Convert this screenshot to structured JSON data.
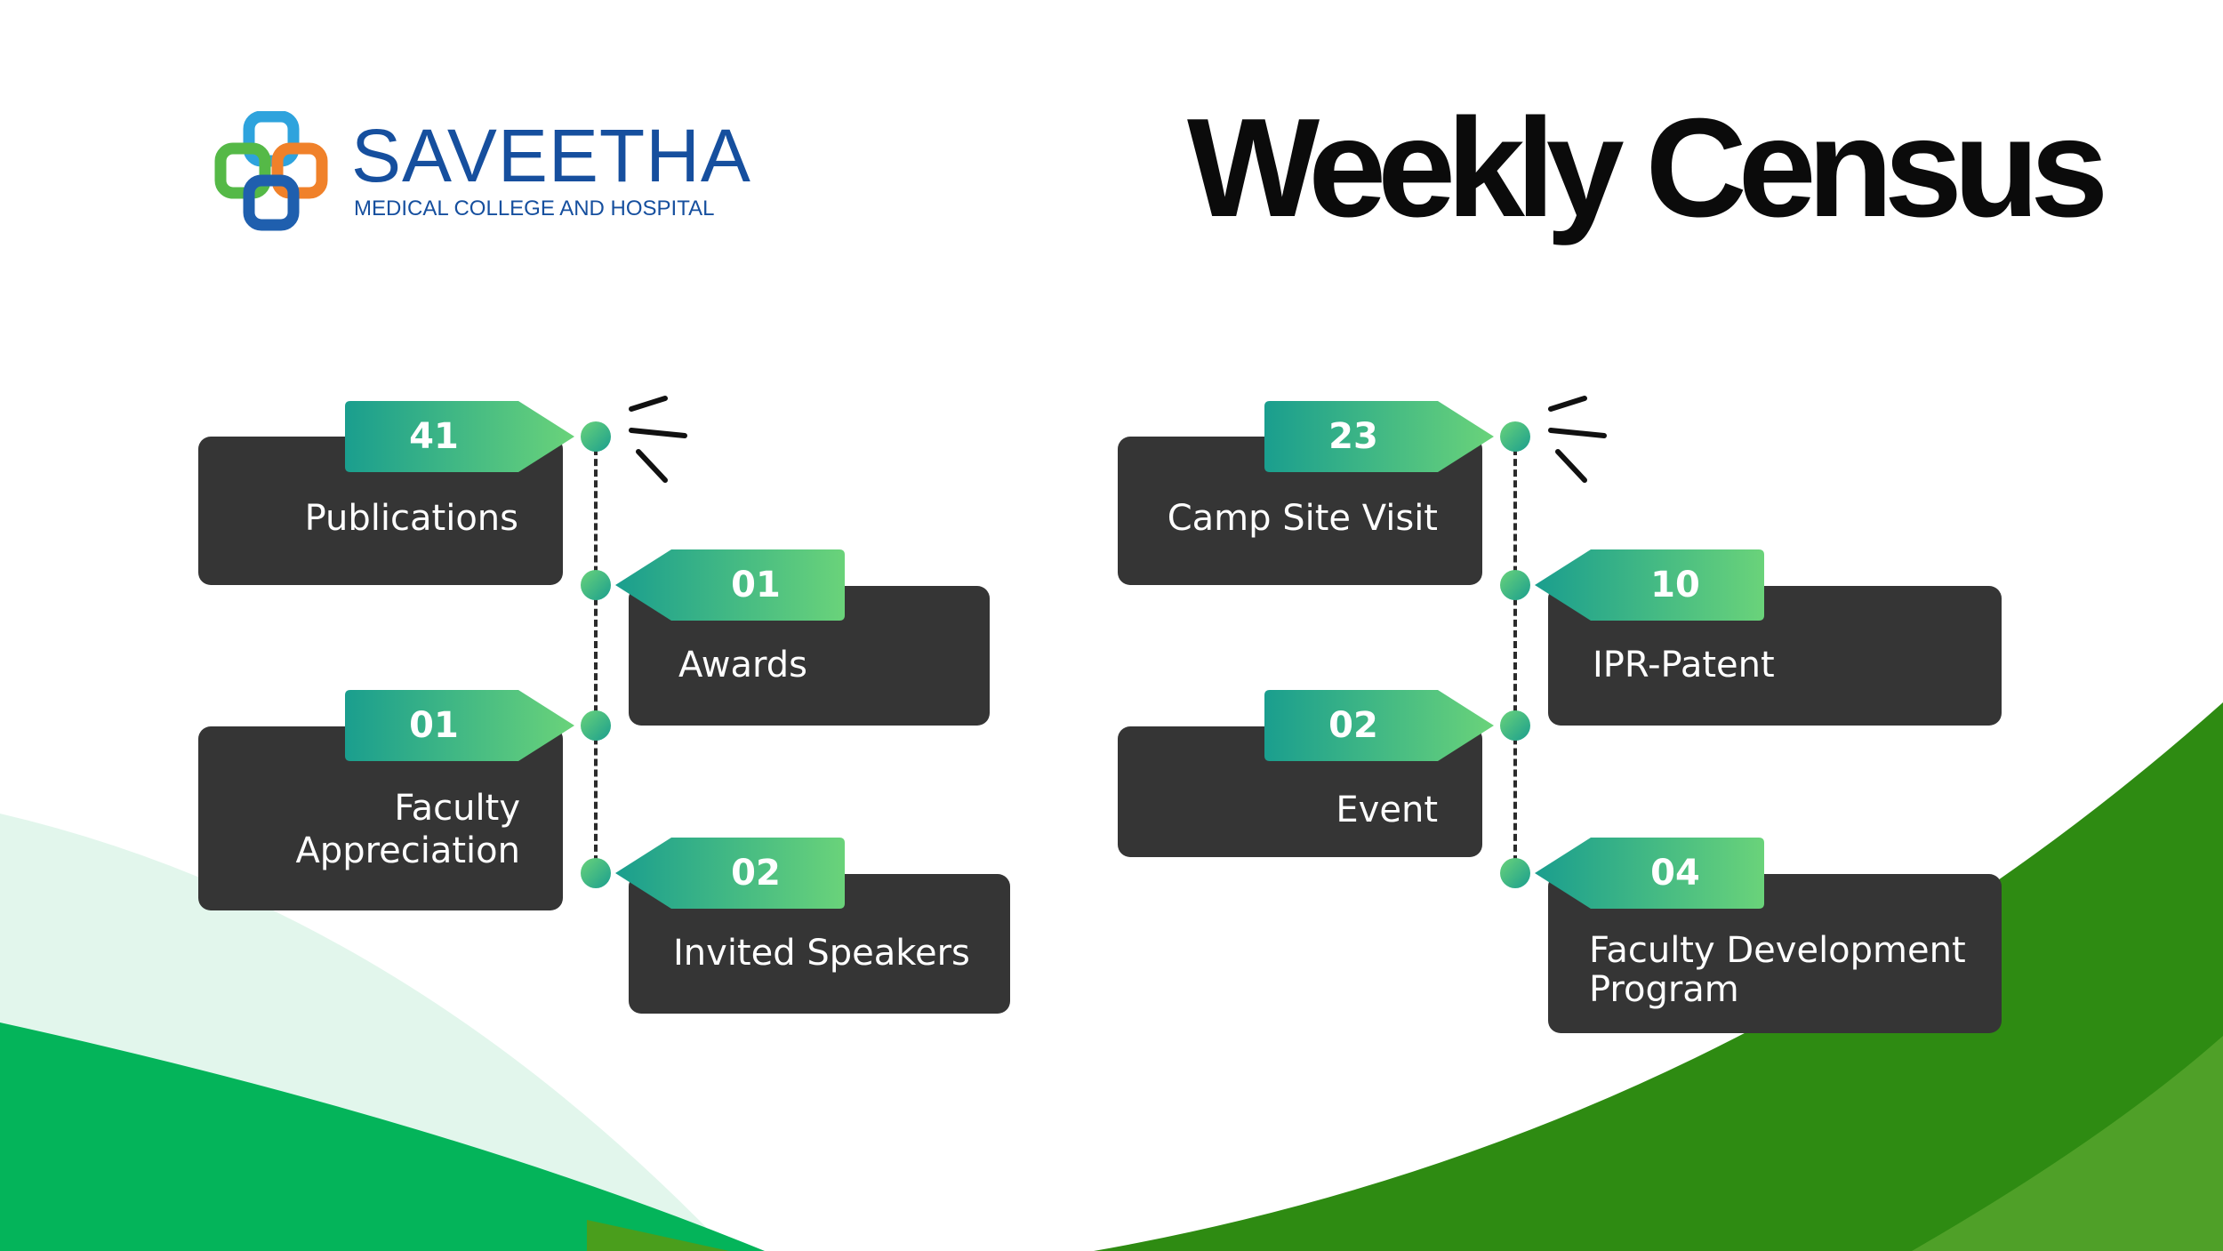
{
  "brand": {
    "name": "SAVEETHA",
    "tagline": "MEDICAL COLLEGE AND HOSPITAL",
    "logo_icon": "interlocking-squares-logo"
  },
  "title": "Weekly Census",
  "colors": {
    "card": "#353535",
    "tag_gradient_start": "#1a9e8e",
    "tag_gradient_end": "#6ad37a",
    "green_dark": "#2e8b12",
    "green_bright": "#04b45a",
    "green_light": "#e2f6ec"
  },
  "left_group": [
    {
      "value": "41",
      "label": "Publications"
    },
    {
      "value": "01",
      "label": "Awards"
    },
    {
      "value": "01",
      "label_lines": [
        "Faculty",
        "Appreciation"
      ]
    },
    {
      "value": "02",
      "label": "Invited Speakers"
    }
  ],
  "right_group": [
    {
      "value": "23",
      "label": "Camp Site Visit"
    },
    {
      "value": "10",
      "label": "IPR-Patent"
    },
    {
      "value": "02",
      "label": "Event"
    },
    {
      "value": "04",
      "label_lines": [
        "Faculty Development",
        "Program"
      ]
    }
  ]
}
